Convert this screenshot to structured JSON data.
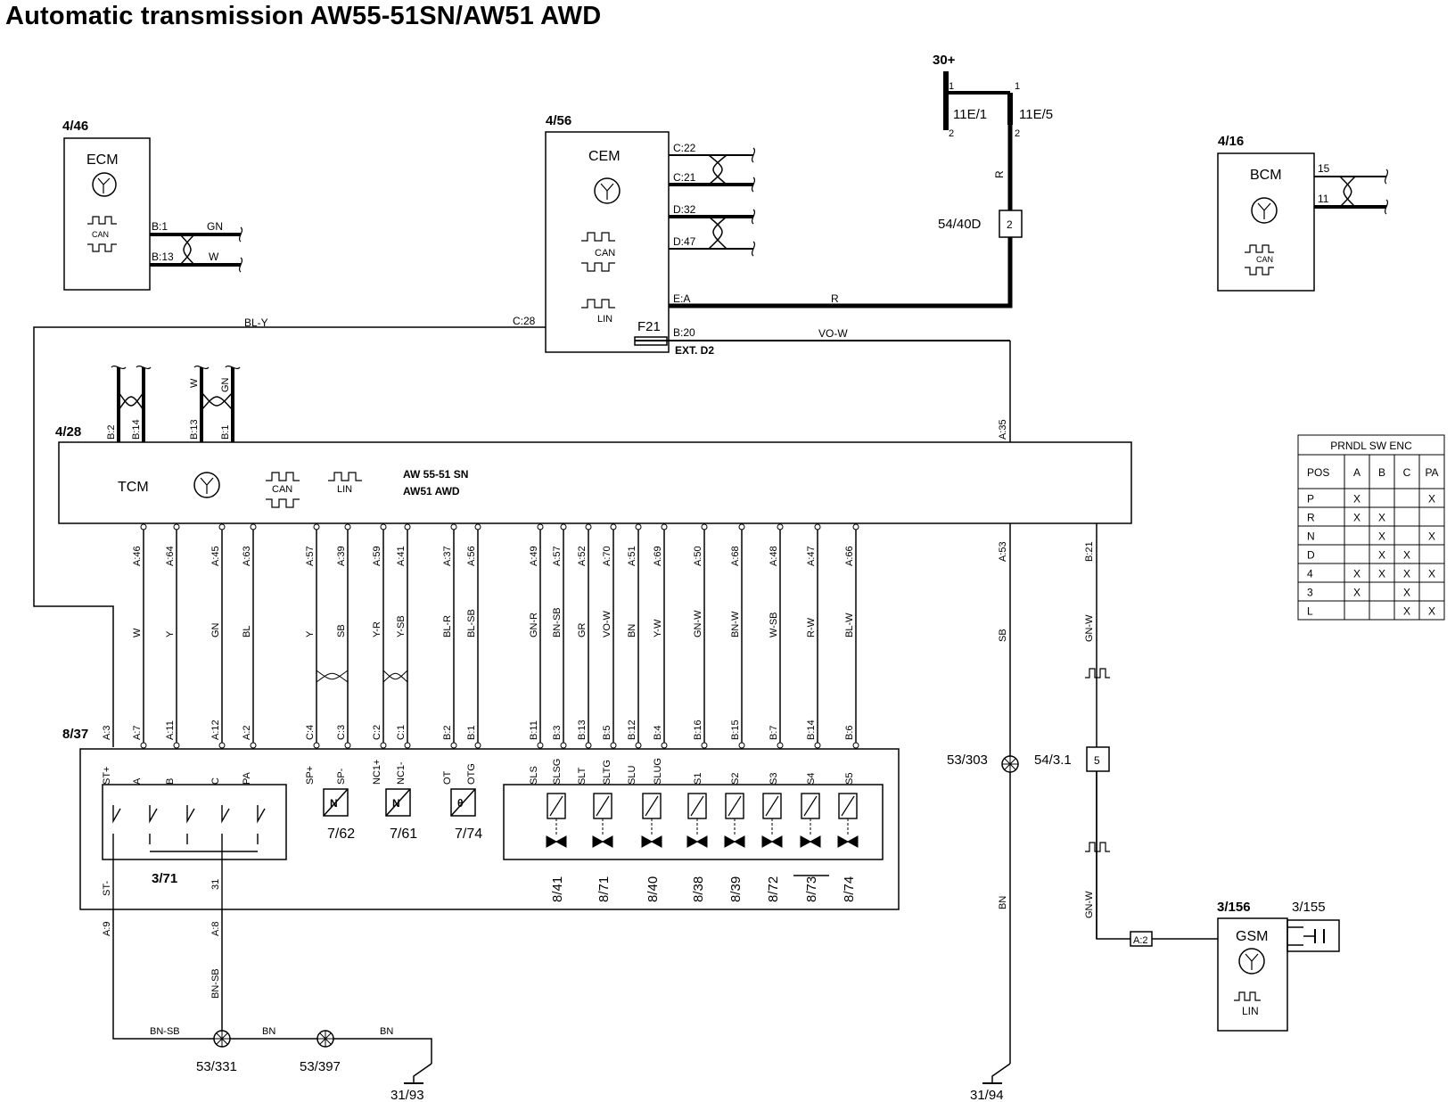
{
  "title": "Automatic transmission AW55-51SN/AW51 AWD",
  "ecm": {
    "ref": "4/46",
    "name": "ECM",
    "can": "CAN",
    "pins": [
      "B:1",
      "B:13"
    ],
    "wires": [
      "GN",
      "W"
    ]
  },
  "cem": {
    "ref": "4/56",
    "name": "CEM",
    "can": "CAN",
    "lin": "LIN",
    "can_pins": [
      "C:22",
      "C:21",
      "D:32",
      "D:47"
    ],
    "ea": "E:A",
    "c28": "C:28",
    "b20": "B:20",
    "fuse": "F21",
    "ext": "EXT. D2"
  },
  "bcm": {
    "ref": "4/16",
    "name": "BCM",
    "can": "CAN",
    "pins": [
      "15",
      "11"
    ]
  },
  "power": {
    "supply": "30+",
    "fuse1": "11E/1",
    "fuse2": "11E/5",
    "p1": "1",
    "p2": "2",
    "conn": "54/40D",
    "conn_pin": "2",
    "wire_r": "R",
    "wire_vow": "VO-W",
    "wire_bly": "BL-Y"
  },
  "tcm": {
    "ref": "4/28",
    "name": "TCM",
    "can": "CAN",
    "lin": "LIN",
    "model1": "AW 55-51 SN",
    "model2": "AW51 AWD",
    "top_pins": [
      "B:2",
      "B:14",
      "B:13",
      "B:1"
    ],
    "top_wires": [
      "W",
      "GN"
    ],
    "a35": "A:35",
    "bottom_pins": [
      "A:46",
      "A:64",
      "A:45",
      "A:63",
      "A:57",
      "A:39",
      "A:59",
      "A:41",
      "A:37",
      "A:56",
      "A:49",
      "A:57",
      "A:52",
      "A:70",
      "A:51",
      "A:69",
      "A:50",
      "A:68",
      "A:48",
      "A:47",
      "A:66"
    ],
    "bottom_wires": [
      "W",
      "Y",
      "GN",
      "BL",
      "Y",
      "SB",
      "Y-R",
      "Y-SB",
      "BL-R",
      "BL-SB",
      "GN-R",
      "BN-SB",
      "GR",
      "VO-W",
      "BN",
      "Y-W",
      "GN-W",
      "BN-W",
      "W-SB",
      "R-W",
      "BL-W"
    ],
    "a53": "A:53",
    "a53_wire": "SB",
    "b21": "B:21",
    "b21_wire": "GN-W"
  },
  "valve_body": {
    "ref": "8/37",
    "conn_pins": [
      "A:3",
      "A:7",
      "A:11",
      "A:12",
      "A:2",
      "C:4",
      "C:3",
      "C:2",
      "C:1",
      "B:2",
      "B:1",
      "B:11",
      "B:3",
      "B:13",
      "B:5",
      "B:12",
      "B:4",
      "B:16",
      "B:15",
      "B:7",
      "B:14",
      "B:6"
    ],
    "inner_labels": [
      "ST+",
      "A",
      "B",
      "C",
      "PA",
      "SP+",
      "SP-",
      "NC1+",
      "NC1-",
      "OT",
      "OTG",
      "SLS",
      "SLSG",
      "SLT",
      "SLTG",
      "SLU",
      "SLUG",
      "S1",
      "S2",
      "S3",
      "S4",
      "S5"
    ],
    "switch_ref": "3/71",
    "st_minus": "ST-",
    "pin31": "31",
    "sensors": [
      "7/62",
      "7/61",
      "7/74"
    ],
    "sensor_symbols": [
      "N",
      "N",
      "θ"
    ],
    "solenoids": [
      "8/41",
      "8/71",
      "8/40",
      "8/38",
      "8/39",
      "8/72",
      "8/73",
      "8/74"
    ],
    "a9": "A:9",
    "a8": "A:8"
  },
  "ground": {
    "bnsb": "BN-SB",
    "bn": "BN",
    "splice1": "53/331",
    "splice2": "53/397",
    "gnd1": "31/93",
    "splice3": "53/303",
    "gnd2": "31/94"
  },
  "gsm": {
    "ref": "3/156",
    "name": "GSM",
    "lin": "LIN",
    "conn": "54/3.1",
    "conn_pin": "5",
    "a2": "A:2",
    "switch": "3/155",
    "wire": "GN-W"
  },
  "prndl": {
    "title": "PRNDL SW ENC",
    "headers": [
      "POS",
      "A",
      "B",
      "C",
      "PA"
    ],
    "rows": [
      [
        "P",
        "X",
        "",
        "",
        "X"
      ],
      [
        "R",
        "X",
        "X",
        "",
        ""
      ],
      [
        "N",
        "",
        "X",
        "",
        "X"
      ],
      [
        "D",
        "",
        "X",
        "X",
        ""
      ],
      [
        "4",
        "X",
        "X",
        "X",
        "X"
      ],
      [
        "3",
        "X",
        "",
        "X",
        ""
      ],
      [
        "L",
        "",
        "",
        "X",
        "X"
      ]
    ]
  }
}
